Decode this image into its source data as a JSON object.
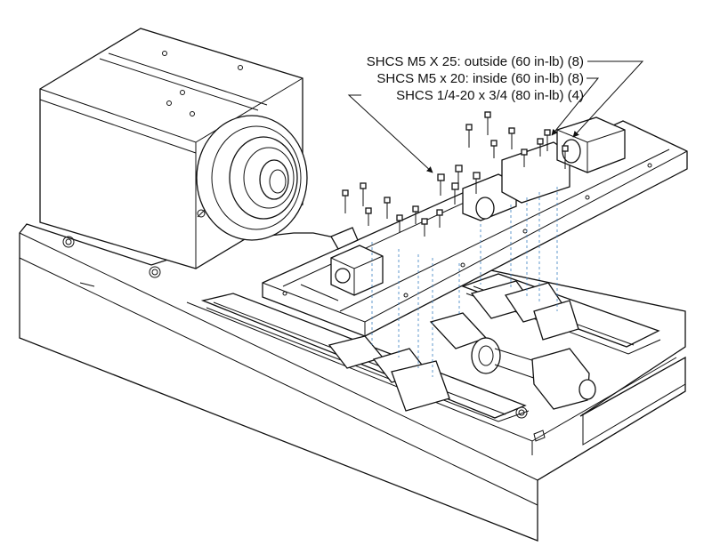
{
  "callouts": [
    {
      "text": "SHCS M5 X 25: outside (60 in-lb) (8)"
    },
    {
      "text": "SHCS M5 x 20: inside (60 in-lb) (8)"
    },
    {
      "text": "SHCS 1/4-20 x 3/4 (80 in-lb) (4)"
    }
  ]
}
